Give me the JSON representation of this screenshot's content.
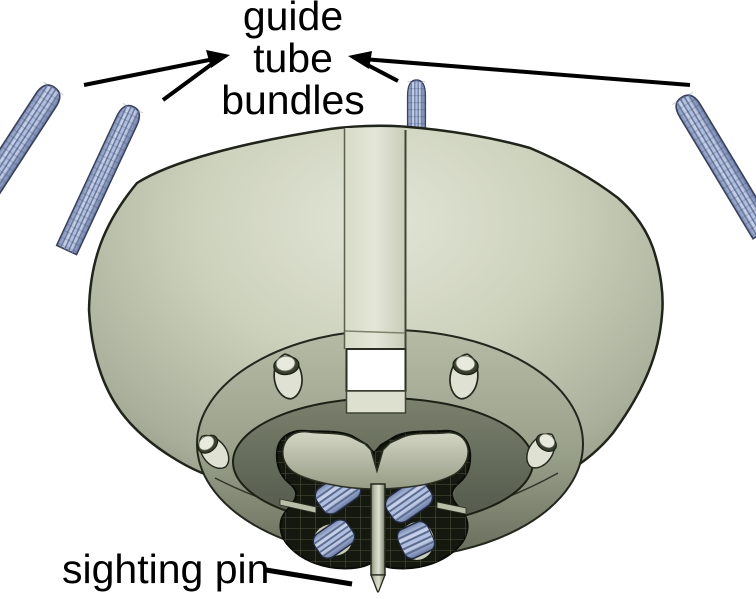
{
  "labels": {
    "guide_tube_bundles": {
      "lines": [
        "guide",
        "tube",
        "bundles"
      ]
    },
    "sighting_pin": {
      "text": "sighting pin"
    }
  },
  "colors": {
    "background": "#ffffff",
    "body_light": "#dfe2d2",
    "body_mid": "#bcc2ac",
    "body_edge_dark": "#747b68",
    "slot_white": "#ffffff",
    "tube_blue_light": "#c9d3ea",
    "tube_blue": "#aebdde",
    "tube_blue_dark": "#67779e",
    "mechanism_dark": "#15180f",
    "recess_olive": "#6b7160",
    "label_text": "#000000",
    "leader_line": "#000000"
  }
}
